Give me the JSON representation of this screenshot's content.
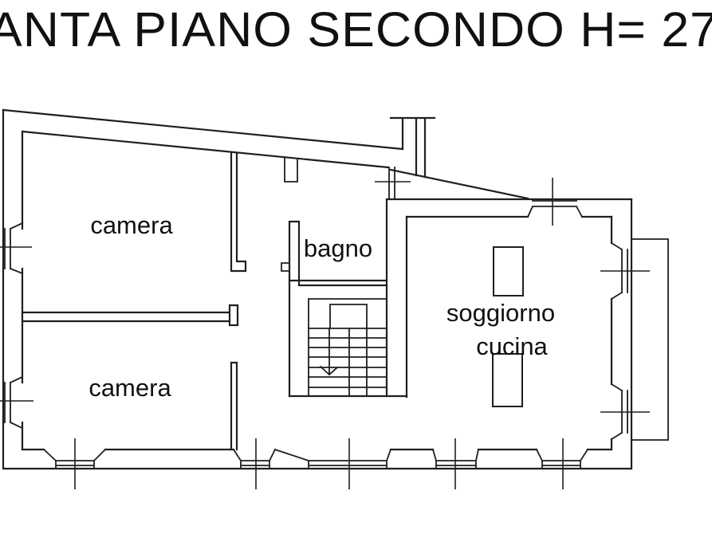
{
  "title": "ANTA PIANO SECONDO H= 27",
  "rooms": [
    {
      "id": "camera-1",
      "label": "camera"
    },
    {
      "id": "camera-2",
      "label": "camera"
    },
    {
      "id": "bagno",
      "label": "bagno"
    },
    {
      "id": "soggiorno",
      "label": "soggiorno"
    },
    {
      "id": "cucina",
      "label": "cucina"
    }
  ],
  "colors": {
    "line": "#1f1f1f",
    "background": "#ffffff",
    "text": "#111111"
  },
  "symbols": {
    "staircase": "staircase-with-down-arrow",
    "window_mark": "center-line-cross",
    "window_count": 10,
    "balcony": "balcony-outline",
    "kitchen_fixture_count": 2
  }
}
